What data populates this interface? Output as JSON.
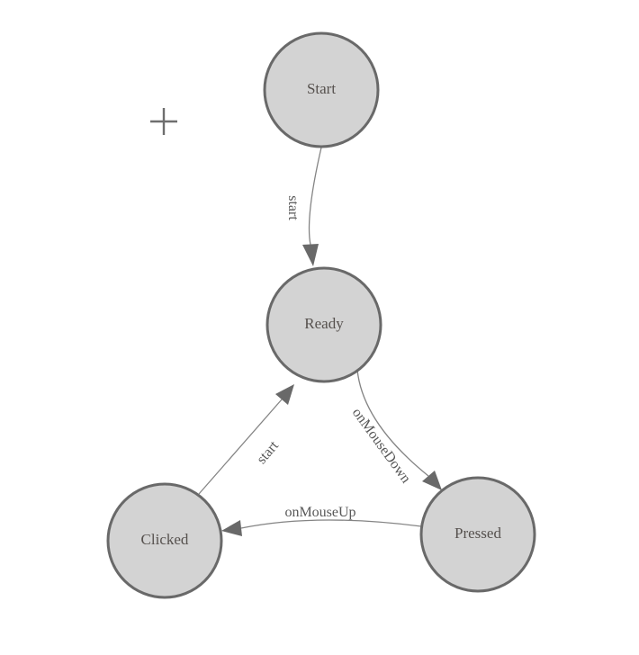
{
  "diagram": {
    "type": "state-machine",
    "nodes": [
      {
        "id": "start",
        "label": "Start"
      },
      {
        "id": "ready",
        "label": "Ready"
      },
      {
        "id": "clicked",
        "label": "Clicked"
      },
      {
        "id": "pressed",
        "label": "Pressed"
      }
    ],
    "edges": [
      {
        "from": "start",
        "to": "ready",
        "label": "start"
      },
      {
        "from": "clicked",
        "to": "ready",
        "label": "start"
      },
      {
        "from": "ready",
        "to": "pressed",
        "label": "onMouseDown"
      },
      {
        "from": "pressed",
        "to": "clicked",
        "label": "onMouseUp"
      }
    ],
    "colors": {
      "node_fill": "#d3d3d3",
      "node_stroke": "#696969",
      "edge_line": "#848484",
      "arrowhead": "#696969",
      "label_text": "#565656",
      "background": "#ffffff"
    }
  },
  "overlay": {
    "crosshair_marker": "crosshair"
  }
}
